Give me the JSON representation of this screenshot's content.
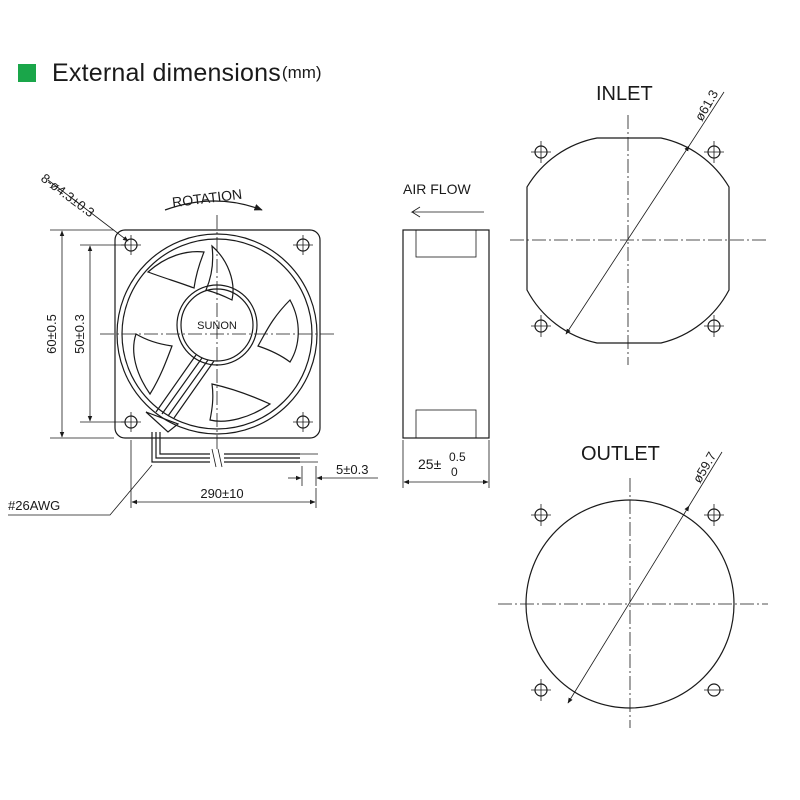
{
  "header": {
    "title": "External dimensions",
    "unit": "(mm)",
    "accent_color": "#1aa64a"
  },
  "front_view": {
    "hole_spec": "8-ø4.3±0.3",
    "rotation_label": "ROTATION",
    "brand": "SUNON",
    "height_outer": "60±0.5",
    "height_mount": "50±0.3",
    "wire_gauge": "#26AWG",
    "lead_length": "290±10",
    "strip_length": "5±0.3"
  },
  "side_view": {
    "airflow_label": "AIR FLOW",
    "depth_base": "25±",
    "depth_upper_tol": "0.5",
    "depth_lower_tol": "0"
  },
  "inlet_view": {
    "label": "INLET",
    "diameter": "ø61.3"
  },
  "outlet_view": {
    "label": "OUTLET",
    "diameter": "ø59.7"
  }
}
